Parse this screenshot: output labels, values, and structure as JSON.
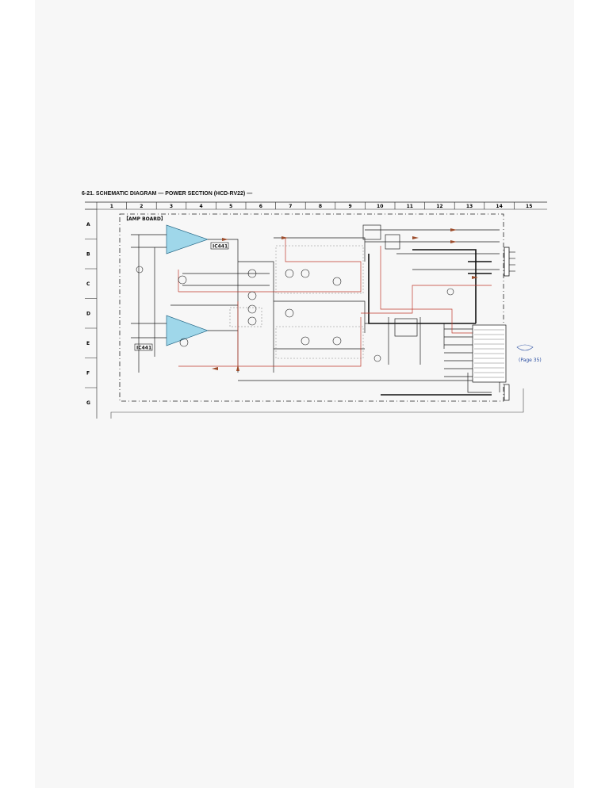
{
  "title": "6-21. SCHEMATIC DIAGRAM — POWER SECTION (HCD-RV22) —",
  "board_label": "【AMP  BOARD】",
  "columns": [
    "1",
    "2",
    "3",
    "4",
    "5",
    "6",
    "7",
    "8",
    "9",
    "10",
    "11",
    "12",
    "13",
    "14",
    "15"
  ],
  "rows": [
    "A",
    "B",
    "C",
    "D",
    "E",
    "F",
    "G"
  ],
  "ic_label": "IC441",
  "page_ref": "(Page 35)",
  "colors": {
    "wire": "#222222",
    "signal": "#c0392b",
    "signal_flow": "#9c4b2a",
    "opamp": "#9fd7ea",
    "ref": "#2b4fa2"
  }
}
